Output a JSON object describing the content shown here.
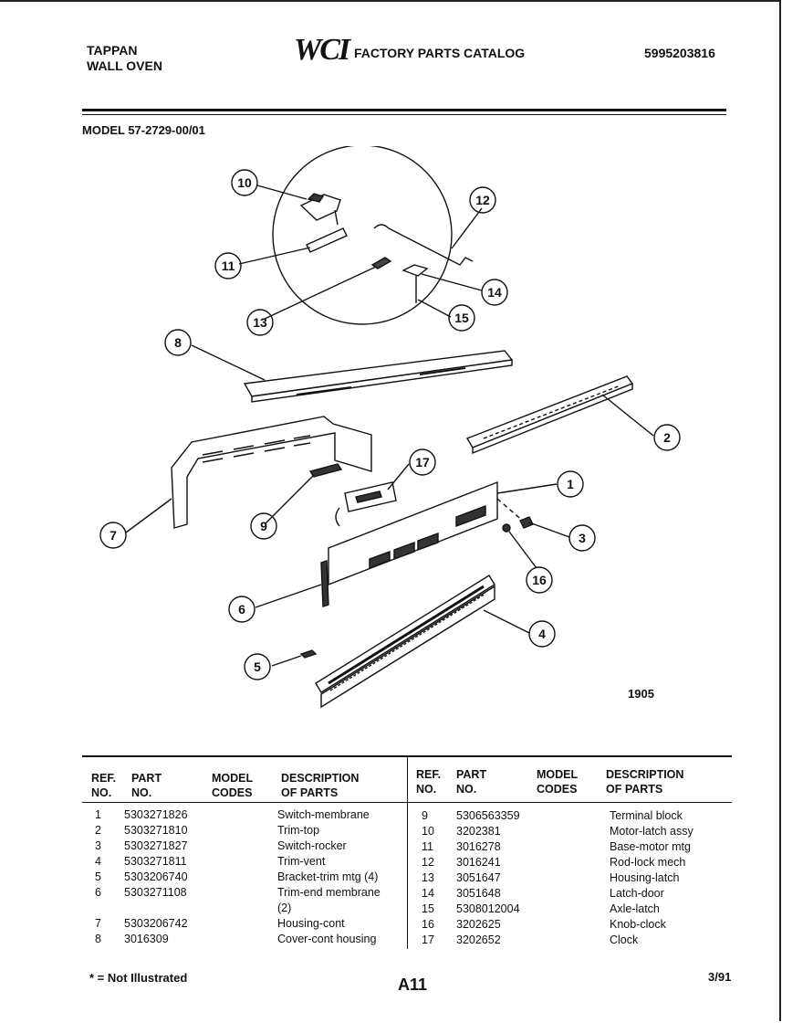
{
  "header": {
    "brand_line1": "TAPPAN",
    "brand_line2": "WALL OVEN",
    "logo_text": "WCI",
    "catalog_title": "FACTORY PARTS CATALOG",
    "catalog_number": "5995203816"
  },
  "model_label": "MODEL 57-2729-00/01",
  "diagram": {
    "figure_number": "1905",
    "callouts": [
      "1",
      "2",
      "3",
      "4",
      "5",
      "6",
      "7",
      "8",
      "9",
      "10",
      "11",
      "12",
      "13",
      "14",
      "15",
      "16",
      "17"
    ]
  },
  "table": {
    "headers": {
      "ref": [
        "REF.",
        "NO."
      ],
      "part": [
        "PART",
        "NO."
      ],
      "model": [
        "MODEL",
        "CODES"
      ],
      "desc": [
        "DESCRIPTION",
        "OF PARTS"
      ]
    },
    "left_rows": [
      {
        "ref": "1",
        "part": "5303271826",
        "model": "",
        "desc": "Switch-membrane"
      },
      {
        "ref": "2",
        "part": "5303271810",
        "model": "",
        "desc": "Trim-top"
      },
      {
        "ref": "3",
        "part": "5303271827",
        "model": "",
        "desc": "Switch-rocker"
      },
      {
        "ref": "4",
        "part": "5303271811",
        "model": "",
        "desc": "Trim-vent"
      },
      {
        "ref": "5",
        "part": "5303206740",
        "model": "",
        "desc": "Bracket-trim mtg (4)"
      },
      {
        "ref": "6",
        "part": "5303271108",
        "model": "",
        "desc": "Trim-end membrane"
      },
      {
        "ref": "",
        "part": "",
        "model": "",
        "desc": "(2)"
      },
      {
        "ref": "7",
        "part": "5303206742",
        "model": "",
        "desc": "Housing-cont"
      },
      {
        "ref": "8",
        "part": "3016309",
        "model": "",
        "desc": "Cover-cont housing"
      }
    ],
    "right_rows": [
      {
        "ref": "9",
        "part": "5306563359",
        "model": "",
        "desc": "Terminal block"
      },
      {
        "ref": "10",
        "part": "3202381",
        "model": "",
        "desc": "Motor-latch assy"
      },
      {
        "ref": "11",
        "part": "3016278",
        "model": "",
        "desc": "Base-motor mtg"
      },
      {
        "ref": "12",
        "part": "3016241",
        "model": "",
        "desc": "Rod-lock mech"
      },
      {
        "ref": "13",
        "part": "3051647",
        "model": "",
        "desc": "Housing-latch"
      },
      {
        "ref": "14",
        "part": "3051648",
        "model": "",
        "desc": "Latch-door"
      },
      {
        "ref": "15",
        "part": "5308012004",
        "model": "",
        "desc": "Axle-latch"
      },
      {
        "ref": "16",
        "part": "3202625",
        "model": "",
        "desc": "Knob-clock"
      },
      {
        "ref": "17",
        "part": "3202652",
        "model": "",
        "desc": "Clock"
      }
    ]
  },
  "footer": {
    "note": "* = Not Illustrated",
    "page": "A11",
    "date": "3/91"
  }
}
